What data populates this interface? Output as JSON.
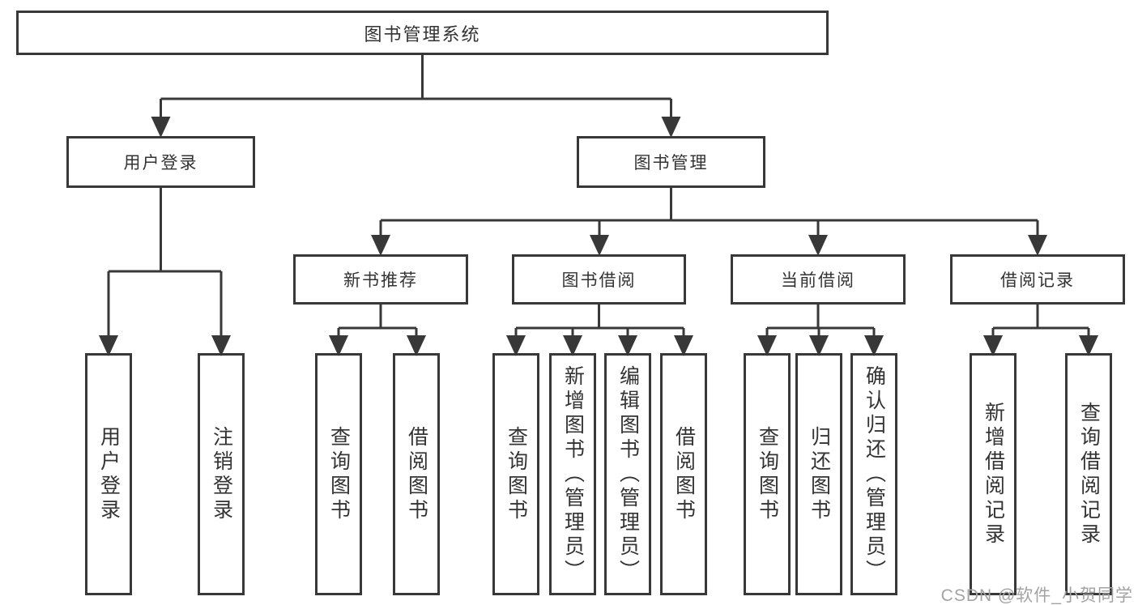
{
  "tree": {
    "root": "图书管理系统",
    "branches": [
      {
        "label": "用户登录",
        "children": [
          "用户登录",
          "注销登录"
        ]
      },
      {
        "label": "图书管理",
        "groups": [
          {
            "label": "新书推荐",
            "children": [
              "查询图书",
              "借阅图书"
            ]
          },
          {
            "label": "图书借阅",
            "children": [
              "查询图书",
              "新增图书（管理员）",
              "编辑图书（管理员）",
              "借阅图书"
            ]
          },
          {
            "label": "当前借阅",
            "children": [
              "查询图书",
              "归还图书",
              "确认归还（管理员）"
            ]
          },
          {
            "label": "借阅记录",
            "children": [
              "新增借阅记录",
              "查询借阅记录"
            ]
          }
        ]
      }
    ],
    "colors": {
      "line": "#383838",
      "text": "#333333",
      "box_fill": "#ffffff"
    }
  },
  "watermark": {
    "text": "CSDN @软件_小贺同学",
    "color": "#a3a3a3"
  }
}
